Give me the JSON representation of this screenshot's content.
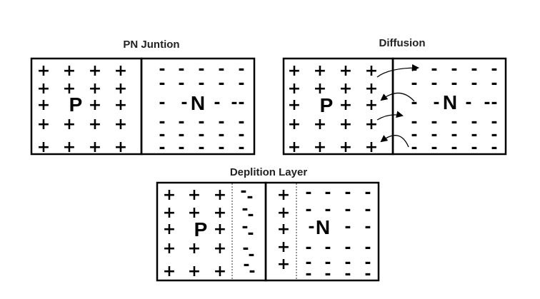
{
  "panels": {
    "pn_junction": {
      "title": "PN Juntion",
      "p_label": "P",
      "n_label": "N"
    },
    "diffusion": {
      "title": "Diffusion",
      "p_label": "P",
      "n_label": "N"
    },
    "depletion": {
      "title": "Deplition Layer",
      "p_label": "P",
      "n_label": "N"
    }
  },
  "symbols": {
    "plus": "+",
    "minus": "-"
  },
  "colors": {
    "stroke": "#000000",
    "text": "#222222"
  }
}
